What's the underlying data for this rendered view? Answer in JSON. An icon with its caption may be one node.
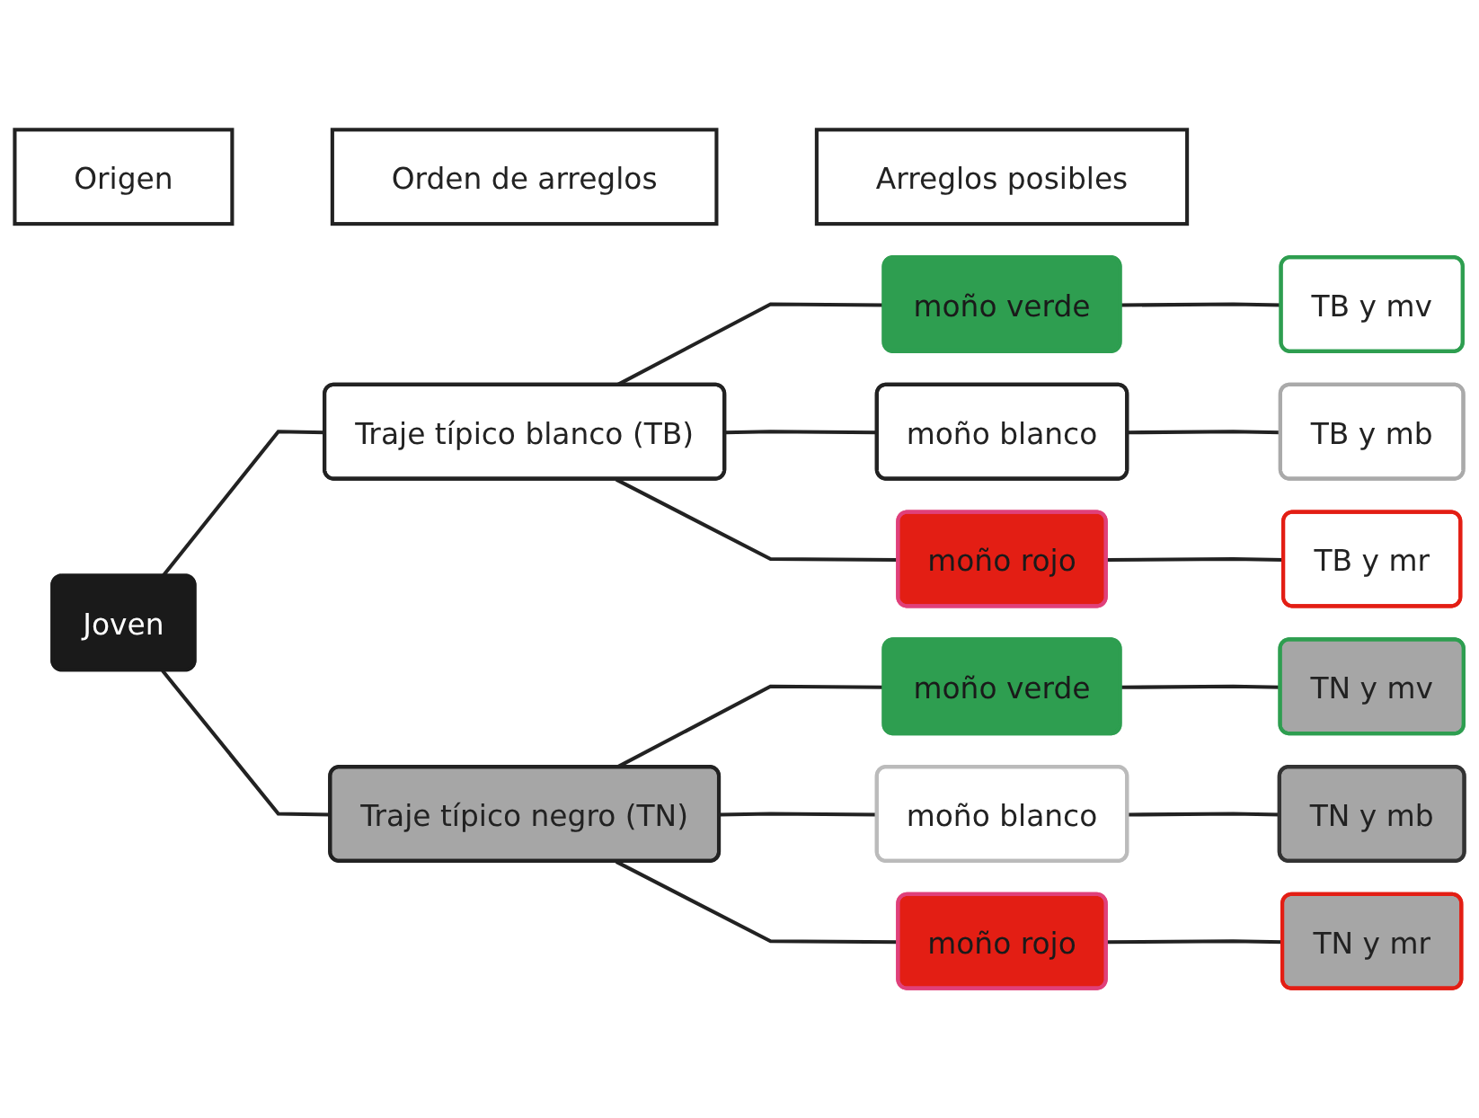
{
  "diagram": {
    "nodes": [
      {
        "text": [
          "Origen"
        ]
      },
      {
        "text": [
          "Orden de arreglos"
        ]
      },
      {
        "text": [
          "Arreglos posibles"
        ]
      },
      {
        "text": [
          "Joven"
        ]
      },
      {
        "text": [
          "Traje típico blanco (TB)"
        ]
      },
      {
        "text": [
          "Traje típico negro (TN)"
        ]
      },
      {
        "text": [
          "moño verde"
        ]
      },
      {
        "text": [
          "moño blanco"
        ]
      },
      {
        "text": [
          "moño rojo"
        ]
      },
      {
        "text": [
          "moño verde"
        ]
      },
      {
        "text": [
          "moño blanco"
        ]
      },
      {
        "text": [
          "moño rojo"
        ]
      },
      {
        "text": [
          "TB y mv"
        ]
      },
      {
        "text": [
          "TB y mb"
        ]
      },
      {
        "text": [
          "TB y mr"
        ]
      },
      {
        "text": [
          "TN y mv"
        ]
      },
      {
        "text": [
          "TN y mb"
        ]
      },
      {
        "text": [
          "TN y mr"
        ]
      }
    ],
    "edges": [
      {
        "from": 3,
        "to": 4,
        "arrow": "none"
      },
      {
        "from": 3,
        "to": 5,
        "arrow": "none"
      },
      {
        "from": 4,
        "to": 6,
        "arrow": "none"
      },
      {
        "from": 4,
        "to": 7,
        "arrow": "none"
      },
      {
        "from": 4,
        "to": 8,
        "arrow": "none"
      },
      {
        "from": 5,
        "to": 9,
        "arrow": "none"
      },
      {
        "from": 5,
        "to": 10,
        "arrow": "none"
      },
      {
        "from": 5,
        "to": 11,
        "arrow": "none"
      },
      {
        "from": 6,
        "to": 12,
        "arrow": "none"
      },
      {
        "from": 7,
        "to": 13,
        "arrow": "none"
      },
      {
        "from": 8,
        "to": 14,
        "arrow": "none"
      },
      {
        "from": 9,
        "to": 15,
        "arrow": "none"
      },
      {
        "from": 10,
        "to": 16,
        "arrow": "none"
      },
      {
        "from": 11,
        "to": 17,
        "arrow": "none"
      }
    ]
  }
}
